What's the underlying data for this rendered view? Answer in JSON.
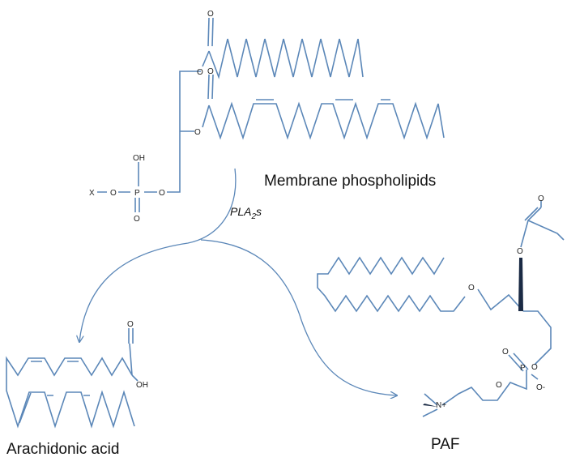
{
  "labels": {
    "membrane": "Membrane phospholipids",
    "enzyme_main": "PLA",
    "enzyme_sub": "2",
    "enzyme_suffix": "s",
    "arachidonic": "Arachidonic acid",
    "paf": "PAF"
  },
  "atoms": {
    "o": "O",
    "oh": "OH",
    "x": "X",
    "p": "P",
    "o_minus": "O-",
    "n_plus": "N+"
  },
  "colors": {
    "bond": "#5b87b8",
    "text": "#111111"
  }
}
